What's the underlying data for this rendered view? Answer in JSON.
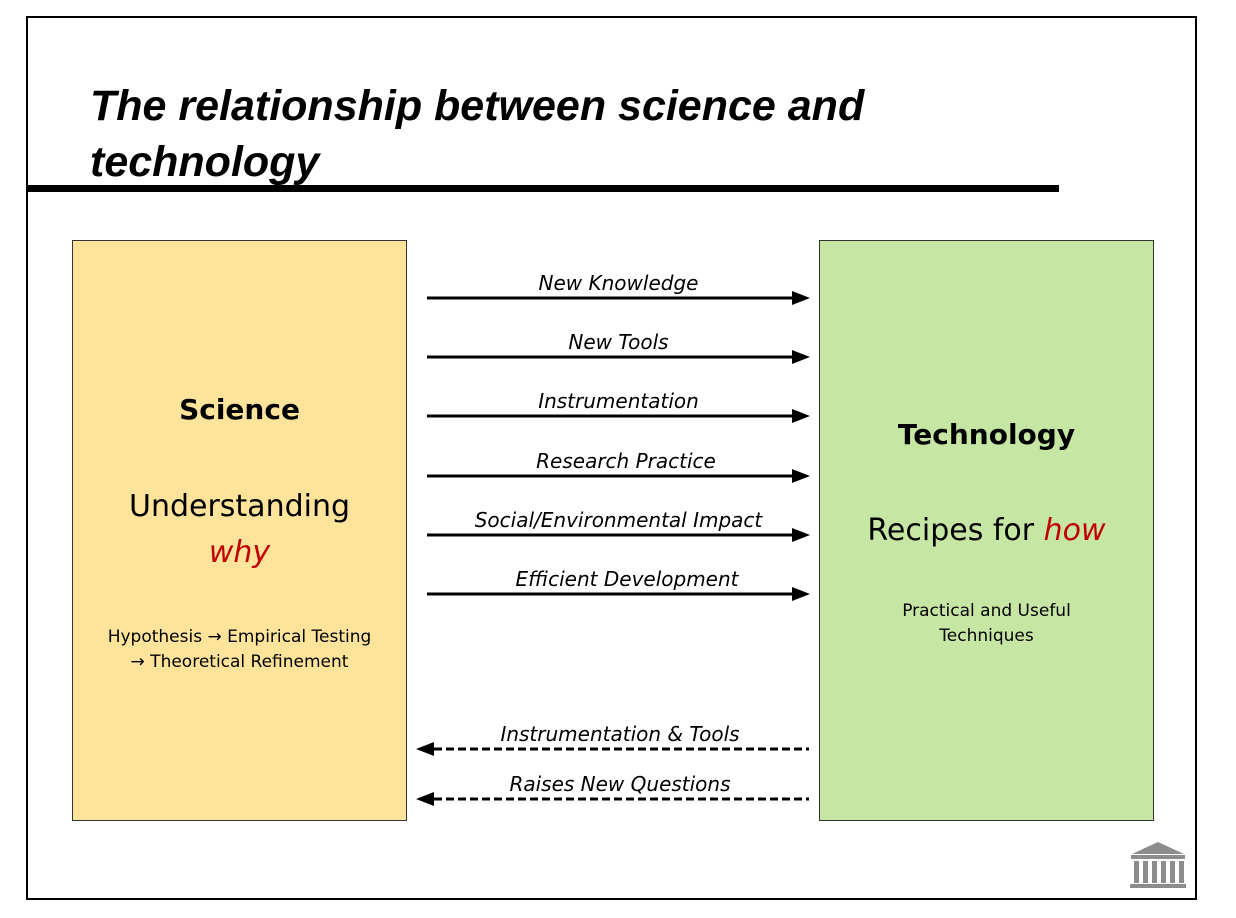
{
  "title": "The relationship between science and technology",
  "science": {
    "heading": "Science",
    "line1": "Understanding",
    "line2": "why",
    "note_line1": "Hypothesis → Empirical Testing",
    "note_line2": "→ Theoretical Refinement",
    "fill": "#fde49a"
  },
  "technology": {
    "heading": "Technology",
    "sub_prefix": "Recipes for ",
    "sub_accent": "how",
    "note_line1": "Practical and Useful",
    "note_line2": "Techniques",
    "fill": "#c6e6a4"
  },
  "accent_color": "#c00000",
  "forward_arrows": [
    "New Knowledge",
    "New Tools",
    "Instrumentation",
    "Research Practice",
    "Social/Environmental Impact",
    "Efficient Development"
  ],
  "backward_arrows": [
    "Instrumentation & Tools",
    "Raises New Questions"
  ],
  "logo_icon": "institution-columns-icon"
}
